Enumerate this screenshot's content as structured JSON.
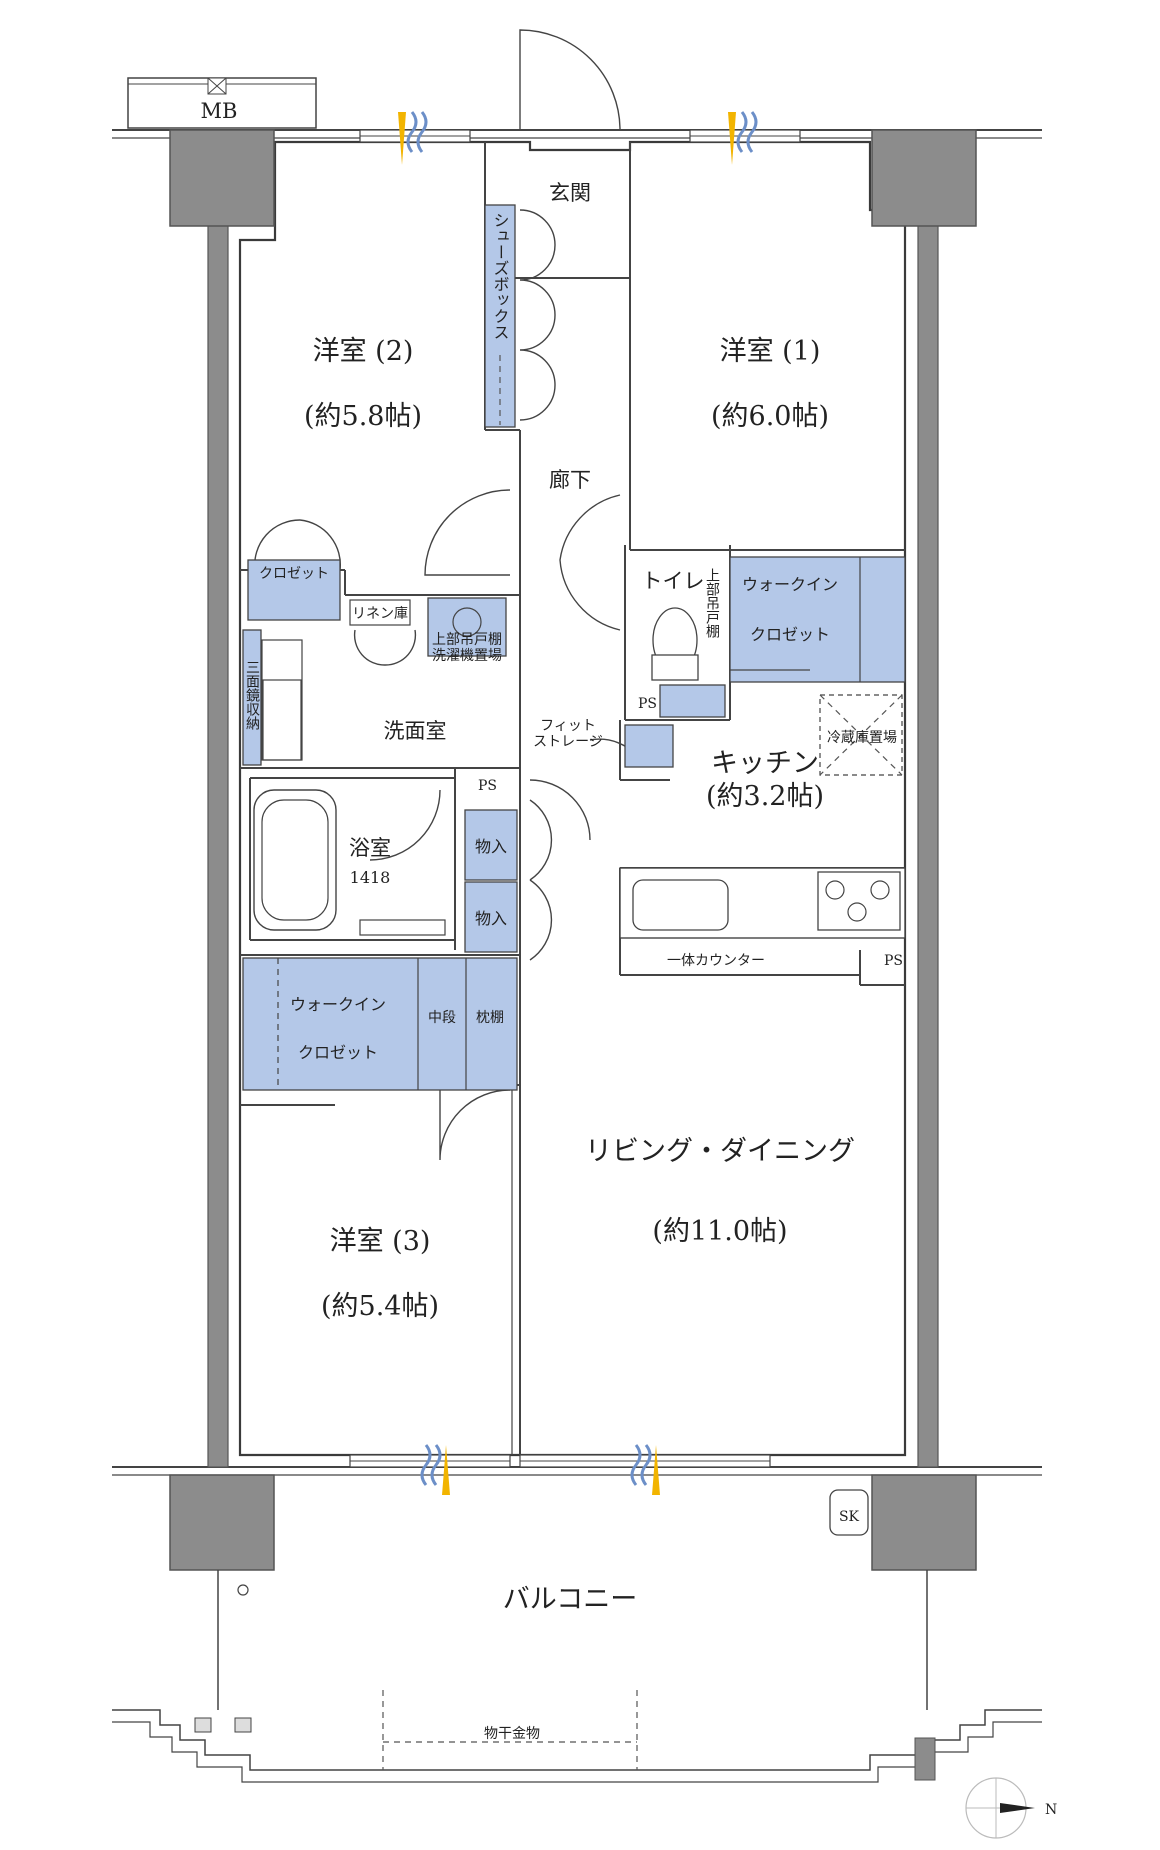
{
  "rooms": {
    "western2": "洋室 (2)",
    "western2_size": "(約5.8帖)",
    "western1": "洋室 (1)",
    "western1_size": "(約6.0帖)",
    "western3": "洋室 (3)",
    "western3_size": "(約5.4帖)",
    "living": "リビング・ダイニング",
    "living_size": "(約11.0帖)",
    "kitchen": "キッチン",
    "kitchen_size": "(約3.2帖)",
    "entrance": "玄関",
    "hallway": "廊下",
    "toilet": "トイレ",
    "washroom": "洗面室",
    "bath": "浴室",
    "bath_size": "1418",
    "balcony": "バルコニー"
  },
  "storage": {
    "shoe_box": "シューズボックス",
    "closet": "クロゼット",
    "linen": "リネン庫",
    "upper_shelf_wash": [
      "上部吊戸棚",
      "洗濯機置場"
    ],
    "mirror_storage": "三面鏡収納",
    "walkin1": [
      "ウォークイン",
      "クロゼット"
    ],
    "upper_shelf_toilet": "上部吊戸棚",
    "fit_storage": [
      "フィット",
      "ストレージ"
    ],
    "fridge": "冷蔵庫置場",
    "storage_a": "物入",
    "storage_b": "物入",
    "walkin2": [
      "ウォークイン",
      "クロゼット"
    ],
    "mid_shelf": "中段",
    "pillow_shelf": "枕棚",
    "counter": "一体カウンター"
  },
  "fixtures": {
    "mb": "MB",
    "ps1": "PS",
    "ps2": "PS",
    "ps3": "PS",
    "sk": "SK",
    "drying": "物干金物",
    "compass_n": "N"
  },
  "colors": {
    "storage_fill": "#b4c8e8",
    "column_fill": "#8c8c8c",
    "air_mark": "#f2b400",
    "air_wave": "#6c8fc8"
  }
}
